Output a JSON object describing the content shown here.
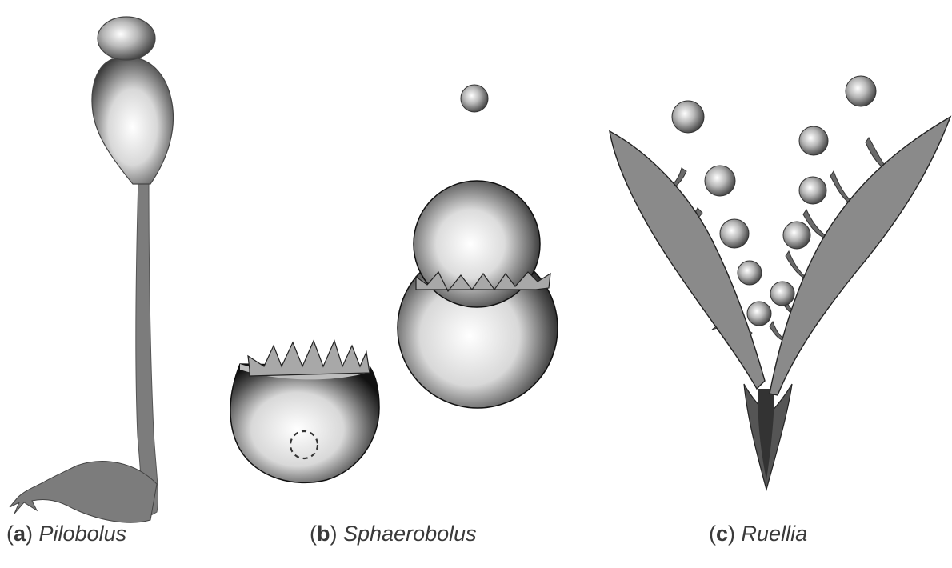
{
  "panels": [
    {
      "id": "a",
      "letter": "a",
      "name": "Pilobolus"
    },
    {
      "id": "b",
      "letter": "b",
      "name": "Sphaerobolus"
    },
    {
      "id": "c",
      "letter": "c",
      "name": "Ruellia"
    }
  ],
  "colors": {
    "stalk": "#7c7c7c",
    "leaf": "#8a8a8a",
    "outline": "#222222",
    "sphere_light": "#ffffff",
    "sphere_dark": "#1e1e1e"
  }
}
